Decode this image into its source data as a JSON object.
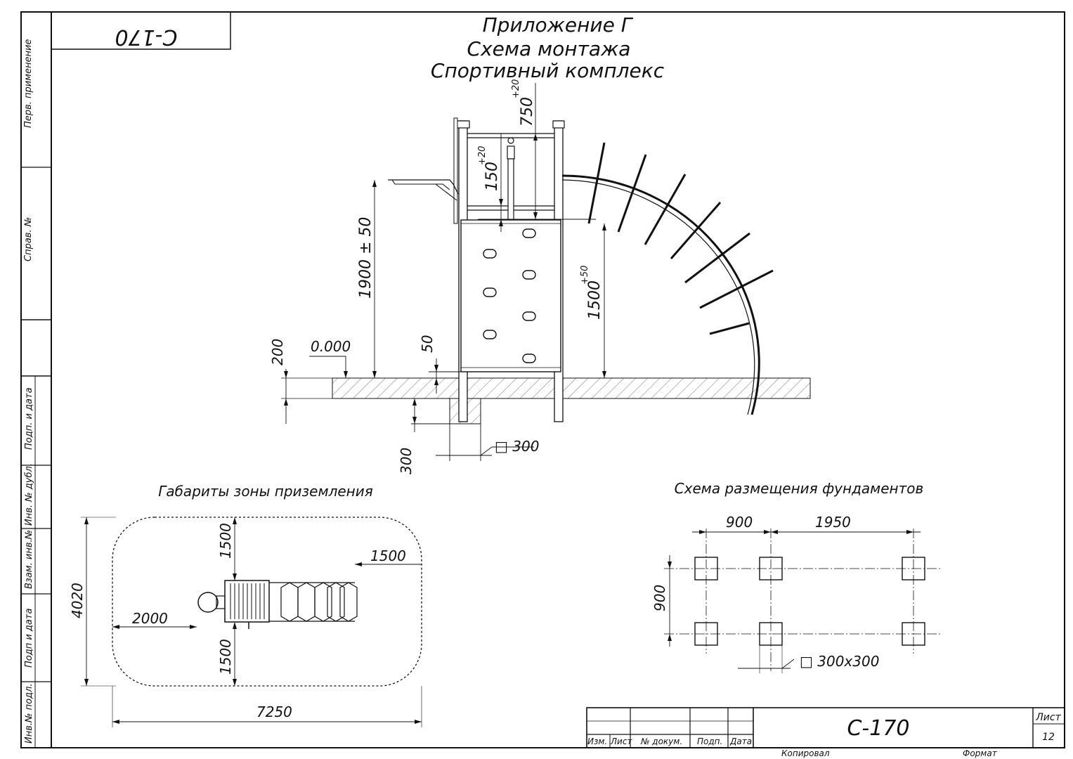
{
  "drawing": {
    "code_rotated": "С-170",
    "title": {
      "line1": "Приложение Г",
      "line2": "Схема монтажа",
      "line3": "Спортивный комплекс"
    },
    "side_margin": {
      "perv_primenenie": "Перв. применение",
      "sprav_no": "Справ. №",
      "podp_i_data_1": "Подп. и дата",
      "inv_no_dubl": "Инв. № дубл.",
      "vzam_inv_no": "Взам. инв.№",
      "podp_i_data_2": "Подп и дата",
      "inv_no_podl": "Инв.№ подл."
    },
    "elevation_dims": {
      "d750": "750",
      "d750_tol": "+20",
      "d150": "150",
      "d150_tol": "+20",
      "d1900": "1900 ± 50",
      "d1500": "1500",
      "d1500_tol": "+50",
      "d200": "200",
      "zero_mark": "0.000",
      "d50": "50",
      "d300_depth": "300",
      "d300_square": "□ 300"
    },
    "landing_zone": {
      "title": "Габариты зоны приземления",
      "d1500_top": "1500",
      "d1500_right": "1500",
      "d1500_bottom": "1500",
      "d2000": "2000",
      "d4020": "4020",
      "d7250": "7250"
    },
    "foundation_layout": {
      "title": "Схема размещения фундаментов",
      "d900_h": "900",
      "d1950": "1950",
      "d900_v": "900",
      "footing_size": "□ 300x300"
    },
    "title_block": {
      "designation": "С-170",
      "sheet_label": "Лист",
      "sheet_no": "12",
      "col_izm_list": "Изм.",
      "col_list": "Лист",
      "col_doc_no": "№ докум.",
      "col_podp": "Подп.",
      "col_data": "Дата",
      "kopiroval": "Копировал",
      "format": "Формат"
    }
  }
}
